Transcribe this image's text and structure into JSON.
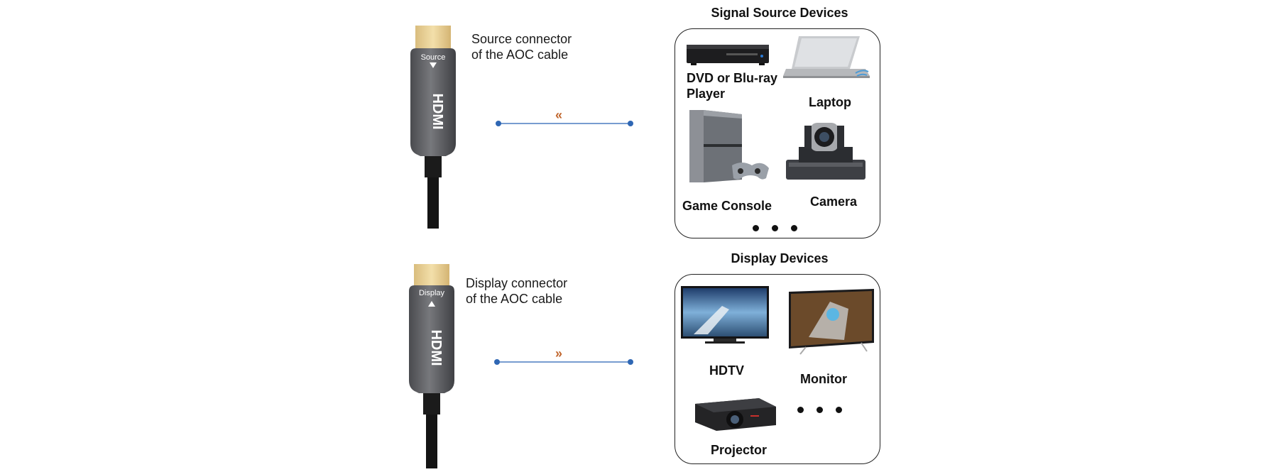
{
  "source": {
    "connector_badge": "Source",
    "connector_caption_line1": "Source connector",
    "connector_caption_line2": "of the AOC cable",
    "direction_arrow": "«",
    "section_title": "Signal Source Devices",
    "devices": [
      {
        "label_line1": "DVD or Blu-ray",
        "label_line2": "Player",
        "icon": "dvd-player-icon"
      },
      {
        "label_line1": "Laptop",
        "icon": "laptop-icon"
      },
      {
        "label_line1": "Game Console",
        "icon": "game-console-icon"
      },
      {
        "label_line1": "Camera",
        "icon": "camera-icon"
      }
    ]
  },
  "display": {
    "connector_badge": "Display",
    "connector_caption_line1": "Display connector",
    "connector_caption_line2": "of the AOC cable",
    "direction_arrow": "»",
    "section_title": "Display Devices",
    "devices": [
      {
        "label_line1": "HDTV",
        "icon": "hdtv-icon"
      },
      {
        "label_line1": "Monitor",
        "icon": "monitor-icon"
      },
      {
        "label_line1": "Projector",
        "icon": "projector-icon"
      }
    ]
  },
  "connector_brand": "HDMI",
  "colors": {
    "plug_gold": "#e8cf96",
    "connector_body": "#5e5f63",
    "cable_black": "#141414",
    "link_line": "#4a7cc0",
    "arrow_orange": "#c0652c"
  }
}
